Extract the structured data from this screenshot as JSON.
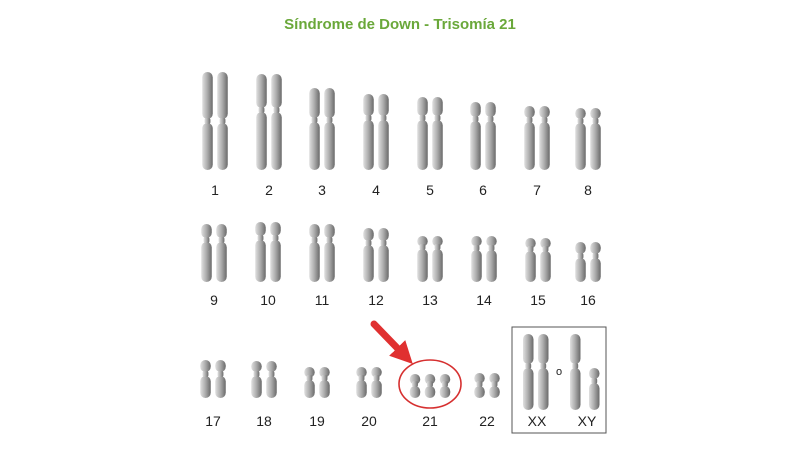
{
  "title": "Síndrome de Down - Trisomía 21",
  "colors": {
    "title": "#6aa83a",
    "chromosome_light": "#e0e0e0",
    "chromosome_dark": "#6a6a6a",
    "highlight": "#e03030",
    "box_border": "#555555",
    "label": "#222222"
  },
  "chromosome_pairs": [
    {
      "label": "1",
      "copies": 2
    },
    {
      "label": "2",
      "copies": 2
    },
    {
      "label": "3",
      "copies": 2
    },
    {
      "label": "4",
      "copies": 2
    },
    {
      "label": "5",
      "copies": 2
    },
    {
      "label": "6",
      "copies": 2
    },
    {
      "label": "7",
      "copies": 2
    },
    {
      "label": "8",
      "copies": 2
    },
    {
      "label": "9",
      "copies": 2
    },
    {
      "label": "10",
      "copies": 2
    },
    {
      "label": "11",
      "copies": 2
    },
    {
      "label": "12",
      "copies": 2
    },
    {
      "label": "13",
      "copies": 2
    },
    {
      "label": "14",
      "copies": 2
    },
    {
      "label": "15",
      "copies": 2
    },
    {
      "label": "16",
      "copies": 2
    },
    {
      "label": "17",
      "copies": 2
    },
    {
      "label": "18",
      "copies": 2
    },
    {
      "label": "19",
      "copies": 2
    },
    {
      "label": "20",
      "copies": 2
    },
    {
      "label": "21",
      "copies": 3,
      "highlighted": true
    },
    {
      "label": "22",
      "copies": 2
    }
  ],
  "sex_chromosomes": {
    "female_label": "XX",
    "male_label": "XY",
    "separator": "o"
  }
}
